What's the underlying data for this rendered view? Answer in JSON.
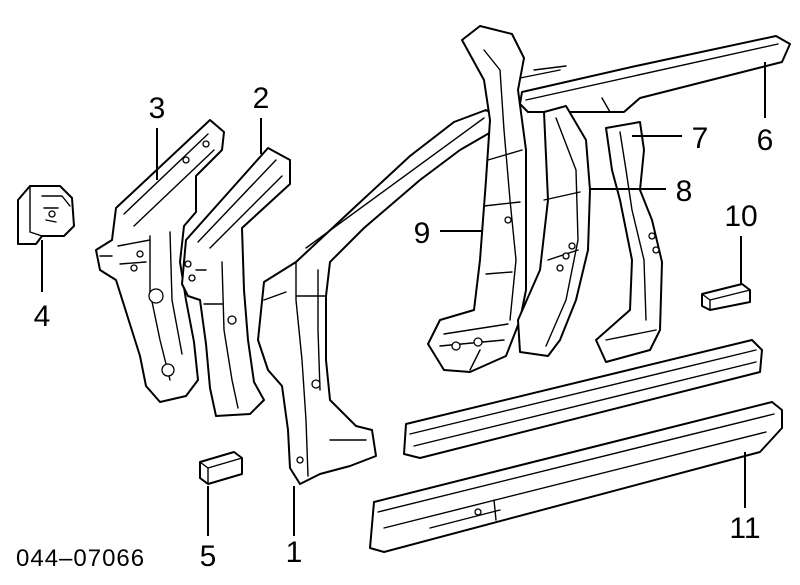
{
  "figure_code": "044–07066",
  "callouts": {
    "c1": "1",
    "c2": "2",
    "c3": "3",
    "c4": "4",
    "c5": "5",
    "c6": "6",
    "c7": "7",
    "c8": "8",
    "c9": "9",
    "c10": "10",
    "c11": "11"
  }
}
